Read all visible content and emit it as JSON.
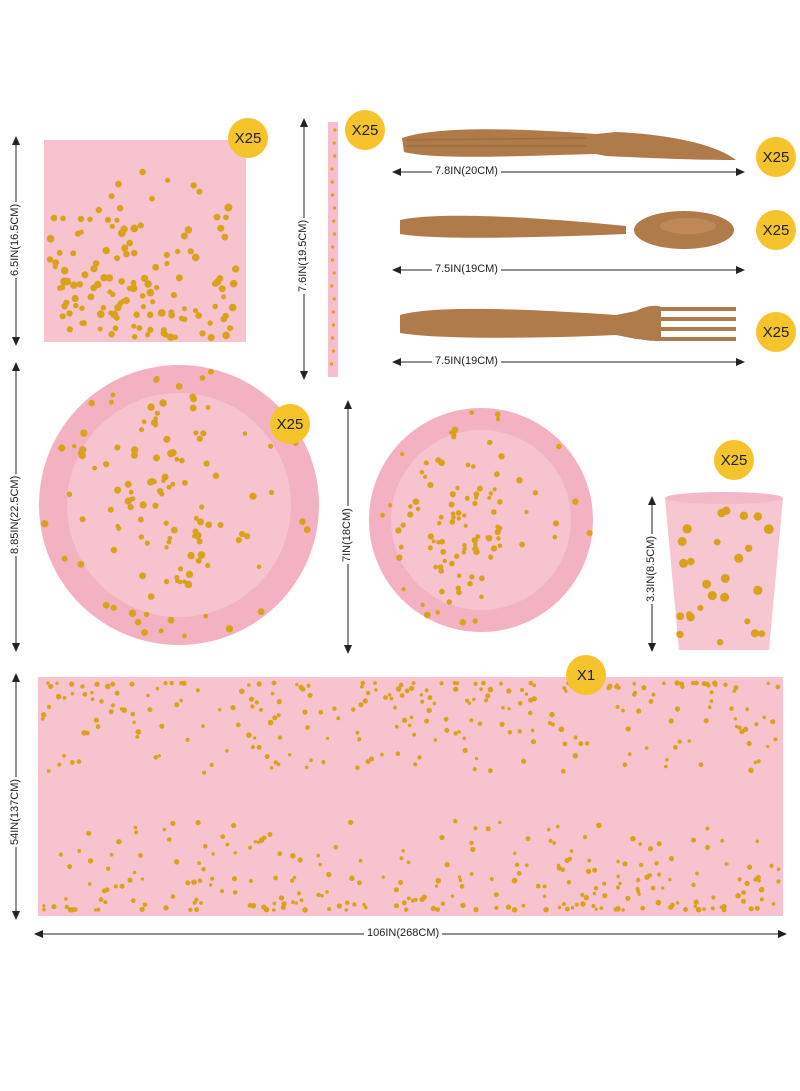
{
  "colors": {
    "pink": "#f7c3cf",
    "pink_dark": "#f2aebe",
    "gold": "#d9a21d",
    "cutlery": "#b07b4a",
    "badge": "#f5c32c"
  },
  "items": {
    "napkin": {
      "qty": "X25",
      "height_label": "6.5IN(16.5CM)"
    },
    "straw": {
      "qty": "X25",
      "length_label": "7.6IN(19.5CM)"
    },
    "knife": {
      "qty": "X25",
      "length_label": "7.8IN(20CM)"
    },
    "spoon": {
      "qty": "X25",
      "length_label": "7.5IN(19CM)"
    },
    "fork": {
      "qty": "X25",
      "length_label": "7.5IN(19CM)"
    },
    "large_plate": {
      "qty": "X25",
      "diameter_label": "8.85IN(22.5CM)"
    },
    "small_plate": {
      "diameter_label": "7IN(18CM)"
    },
    "cup": {
      "qty": "X25",
      "height_label": "3.3IN(8.5CM)"
    },
    "tablecloth": {
      "qty": "X1",
      "height_label": "54IN(137CM)",
      "width_label": "106IN(268CM)"
    }
  }
}
